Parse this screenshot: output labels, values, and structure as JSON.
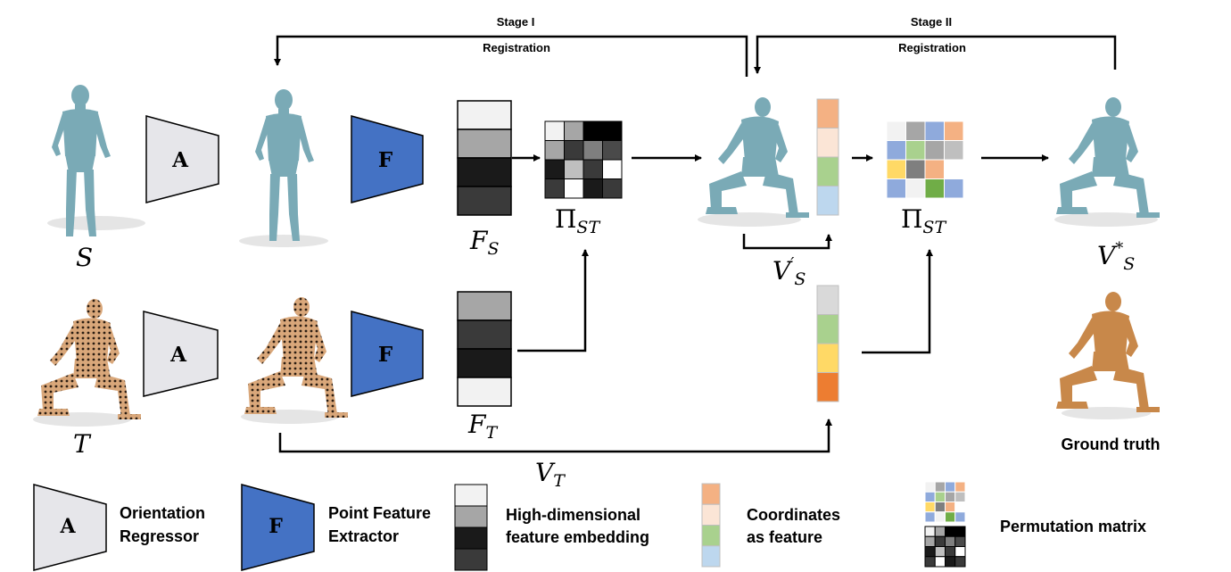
{
  "stage1": {
    "title": "Stage I",
    "subtitle": "Registration"
  },
  "stage2": {
    "title": "Stage II",
    "subtitle": "Registration"
  },
  "blocks": {
    "orientation_letter": "A",
    "feature_letter": "F"
  },
  "symbols": {
    "source": "S",
    "target": "T",
    "feature_source_base": "F",
    "feature_source_sub": "S",
    "feature_target_base": "F",
    "feature_target_sub": "T",
    "permutation_base": "Π",
    "permutation_sub": "ST",
    "vs_prime_base": "V",
    "vs_prime_sub": "S",
    "vs_prime_mark": "′",
    "vt_base": "V",
    "vt_sub": "T",
    "vs_star_base": "V",
    "vs_star_sub": "S",
    "vs_star_sup": "*"
  },
  "ground_truth_label": "Ground truth",
  "legend": {
    "orientation": {
      "letter": "A",
      "label_line1": "Orientation",
      "label_line2": "Regressor"
    },
    "feature": {
      "letter": "F",
      "label_line1": "Point Feature",
      "label_line2": "Extractor"
    },
    "embedding": {
      "label_line1": "High-dimensional",
      "label_line2": "feature embedding"
    },
    "coordinates": {
      "label_line1": "Coordinates",
      "label_line2": "as feature"
    },
    "permutation": {
      "label": "Permutation matrix"
    }
  },
  "colors": {
    "orientation_block": "#e6e6ea",
    "feature_block": "#4472c4",
    "source_mesh": "#7aaab6",
    "target_mesh": "#c9956a",
    "ground_truth_mesh": "#c8884a",
    "coord_orange": "#f4b183",
    "coord_peach": "#fbe5d6",
    "coord_green": "#a9d18e",
    "coord_blue": "#bdd7ee",
    "coord_yellow": "#ffd966",
    "coord_dark_orange": "#ed7d31"
  },
  "feature_embedding_source_shades": [
    "#f2f2f2",
    "#a6a6a6",
    "#1a1a1a",
    "#3a3a3a"
  ],
  "feature_embedding_target_shades": [
    "#a6a6a6",
    "#3a3a3a",
    "#1a1a1a",
    "#f2f2f2"
  ],
  "coordinate_features_source": [
    "#f4b183",
    "#fbe5d6",
    "#a9d18e",
    "#bdd7ee"
  ],
  "coordinate_features_target": [
    "#d9d9d9",
    "#a9d18e",
    "#ffd966",
    "#ed7d31"
  ],
  "perm_stage1_cells": [
    [
      "#f2f2f2",
      "#a6a6a6",
      "#000000",
      "#000000"
    ],
    [
      "#a6a6a6",
      "#3a3a3a",
      "#7f7f7f",
      "#4a4a4a"
    ],
    [
      "#1a1a1a",
      "#bfbfbf",
      "#3a3a3a",
      "#ffffff"
    ],
    [
      "#3a3a3a",
      "#ffffff",
      "#1a1a1a",
      "#3a3a3a"
    ]
  ],
  "perm_stage2_cells": [
    [
      "#f2f2f2",
      "#a6a6a6",
      "#8faadc",
      "#f4b183"
    ],
    [
      "#8faadc",
      "#a9d18e",
      "#a6a6a6",
      "#bfbfbf"
    ],
    [
      "#ffd966",
      "#7f7f7f",
      "#f4b183",
      "#ffffff"
    ],
    [
      "#8faadc",
      "#f2f2f2",
      "#70ad47",
      "#8faadc"
    ]
  ],
  "legend_perm_color_cells": [
    [
      "#f2f2f2",
      "#a6a6a6",
      "#8faadc",
      "#f4b183"
    ],
    [
      "#8faadc",
      "#a9d18e",
      "#a6a6a6",
      "#bfbfbf"
    ],
    [
      "#ffd966",
      "#7f7f7f",
      "#f4b183",
      "#ffffff"
    ],
    [
      "#8faadc",
      "#f2f2f2",
      "#70ad47",
      "#8faadc"
    ]
  ],
  "legend_perm_gray_cells": [
    [
      "#f2f2f2",
      "#a6a6a6",
      "#000000",
      "#000000"
    ],
    [
      "#a6a6a6",
      "#3a3a3a",
      "#7f7f7f",
      "#4a4a4a"
    ],
    [
      "#1a1a1a",
      "#bfbfbf",
      "#3a3a3a",
      "#ffffff"
    ],
    [
      "#3a3a3a",
      "#ffffff",
      "#1a1a1a",
      "#3a3a3a"
    ]
  ]
}
